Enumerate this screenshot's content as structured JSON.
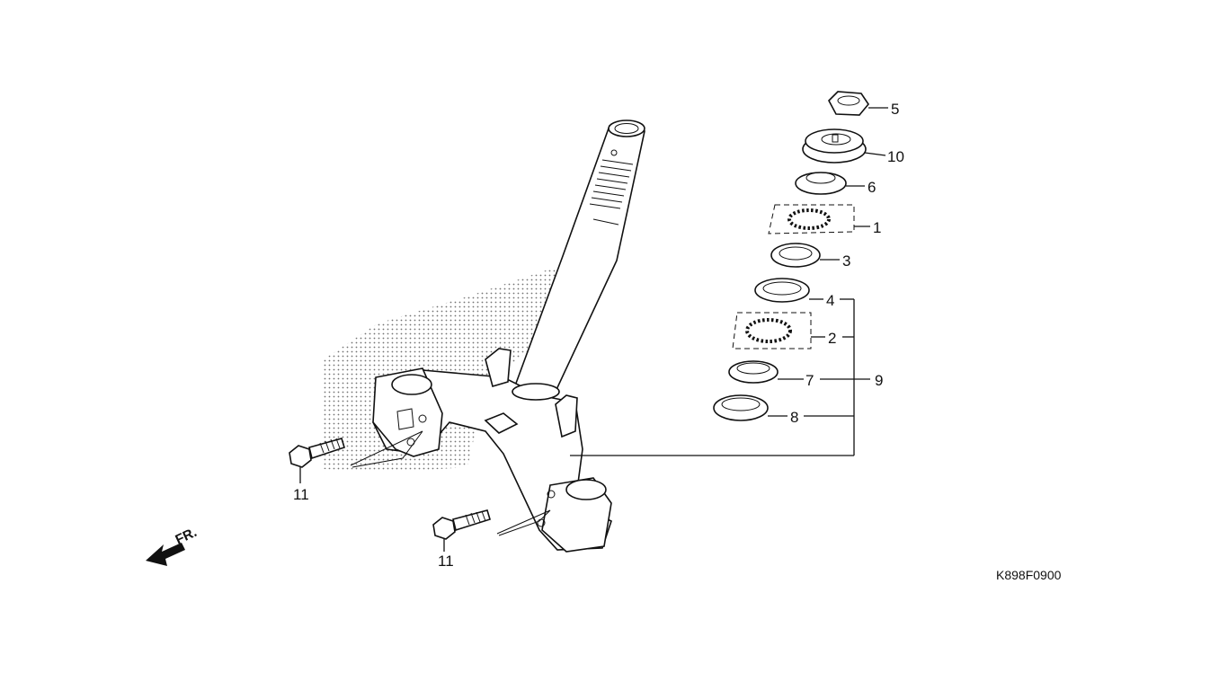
{
  "diagram": {
    "figure_code": "K898F0900",
    "front_marker": "FR.",
    "callouts": {
      "c1": "1",
      "c2": "2",
      "c3": "3",
      "c4": "4",
      "c5": "5",
      "c6": "6",
      "c7": "7",
      "c8": "8",
      "c9": "9",
      "c10": "10",
      "c11a": "11",
      "c11b": "11"
    },
    "parts": [
      {
        "callout": "5",
        "icon": "lock-nut-icon"
      },
      {
        "callout": "10",
        "icon": "adjusting-nut-icon"
      },
      {
        "callout": "6",
        "icon": "top-cone-race-icon"
      },
      {
        "callout": "1",
        "icon": "ball-bearing-icon"
      },
      {
        "callout": "3",
        "icon": "ball-race-icon"
      },
      {
        "callout": "4",
        "icon": "ball-race-icon"
      },
      {
        "callout": "2",
        "icon": "ball-bearing-icon"
      },
      {
        "callout": "7",
        "icon": "bottom-cone-race-icon"
      },
      {
        "callout": "8",
        "icon": "dust-seal-icon"
      },
      {
        "callout": "9",
        "icon": "bearing-kit-icon"
      },
      {
        "callout": "11",
        "icon": "flange-bolt-icon"
      }
    ]
  }
}
